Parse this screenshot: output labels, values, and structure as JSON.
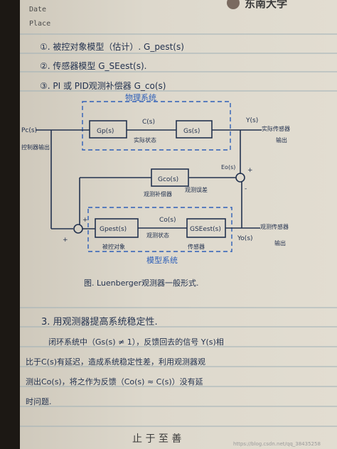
{
  "header": {
    "date_label": "Date",
    "place_label": "Place",
    "university": "东南大学"
  },
  "notes": {
    "item1": "①. 被控对象模型（估计）. G_pest(s)",
    "item2": "②. 传感器模型  G_SEest(s).",
    "item3": "③. PI 或 PID观测补偿器 G_co(s)"
  },
  "diagram": {
    "physical_system": "物理系统",
    "model_system": "模型系统",
    "input": "Pc(s)",
    "input_desc": "控制器输出",
    "gp": "Gp(s)",
    "gs": "Gs(s)",
    "c_signal": "C(s)",
    "actual_state": "实际状态",
    "y_signal": "Y(s)",
    "actual_sensor": "实际传感器",
    "output": "输出",
    "eo": "Eo(s)",
    "plus": "+",
    "minus": "-",
    "gco": "Gco(s)",
    "observer_comp": "观测补偿器",
    "observer_error": "观测误差",
    "gpest": "Gpest(s)",
    "gseest": "GSEest(s)",
    "co_signal": "Co(s)",
    "observer_state": "观测状态",
    "yo_signal": "Yo(s)",
    "observer_sensor": "观测传感器",
    "observer_output": "输出",
    "plant_label": "被控对象",
    "sensor_label": "传感器",
    "caption": "图. Luenberger观测器一般形式."
  },
  "section3": {
    "heading": "3. 用观测器提高系统稳定性.",
    "line1": "闭环系统中（Gs(s) ≠ 1），反馈回去的信号 Y(s)相",
    "line2": "比于C(s)有延迟，造成系统稳定性差，利用观测器观",
    "line3": "测出Co(s)，将之作为反馈（Co(s) ≈ C(s)）没有延",
    "line4": "时问题."
  },
  "footer": {
    "motto": "止 于 至 善",
    "watermark": "https://blog.csdn.net/qq_38435258"
  }
}
